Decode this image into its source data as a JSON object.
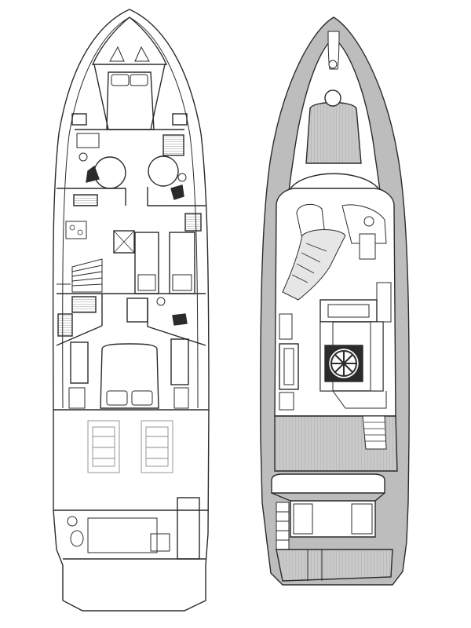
{
  "drawing": {
    "panels": [
      {
        "id": "lower-deck",
        "decks": "lower-deck-cabins-and-engine-room"
      },
      {
        "id": "main-deck",
        "decks": "main-deck-salon-and-cockpit"
      }
    ],
    "colors": {
      "line": "#2b2b2b",
      "deck_fill": "#bdbdbd",
      "teak_fill": "#c9c9c9",
      "paper": "#ffffff",
      "light_line": "#8a8a8a"
    }
  }
}
